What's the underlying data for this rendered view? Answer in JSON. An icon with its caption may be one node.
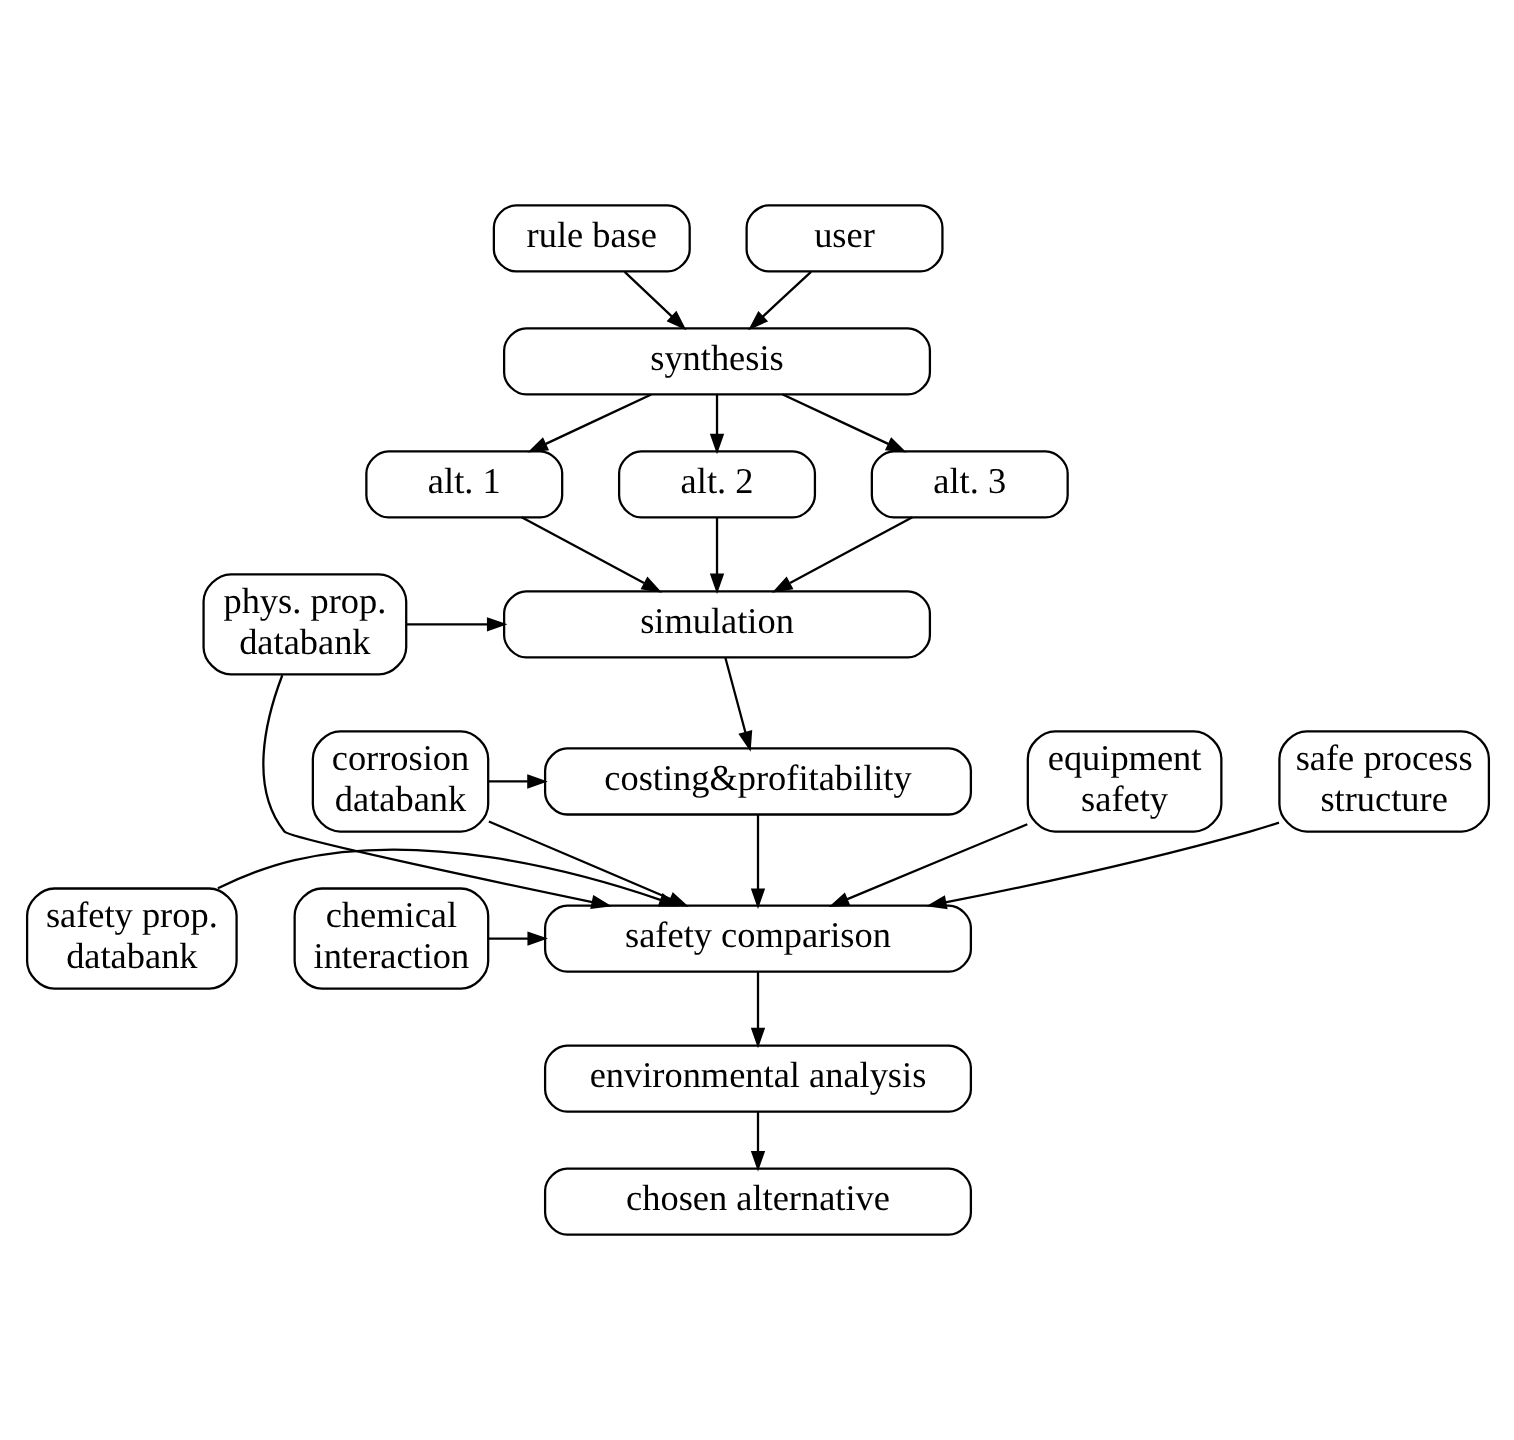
{
  "diagram": {
    "nodes": [
      {
        "text": [
          "rule base"
        ]
      },
      {
        "text": [
          "user"
        ]
      },
      {
        "text": [
          "synthesis"
        ]
      },
      {
        "text": [
          "alt. 1"
        ]
      },
      {
        "text": [
          "alt. 2"
        ]
      },
      {
        "text": [
          "alt. 3"
        ]
      },
      {
        "text": [
          "simulation"
        ]
      },
      {
        "text": [
          "phys. prop. databank"
        ]
      },
      {
        "text": [
          "corrosion databank"
        ]
      },
      {
        "text": [
          "costing&profitability"
        ]
      },
      {
        "text": [
          "safety prop. databank"
        ]
      },
      {
        "text": [
          "safety comparison"
        ]
      },
      {
        "text": [
          "chemical interaction"
        ]
      },
      {
        "text": [
          "equipment safety"
        ]
      },
      {
        "text": [
          "safe process structure"
        ]
      },
      {
        "text": [
          "environmental analysis"
        ]
      },
      {
        "text": [
          "chosen alternative"
        ]
      }
    ],
    "edges": [
      {
        "from": 0,
        "to": 2,
        "arrow": "to"
      },
      {
        "from": 1,
        "to": 2,
        "arrow": "to"
      },
      {
        "from": 2,
        "to": 3,
        "arrow": "to"
      },
      {
        "from": 2,
        "to": 4,
        "arrow": "to"
      },
      {
        "from": 2,
        "to": 5,
        "arrow": "to"
      },
      {
        "from": 3,
        "to": 6,
        "arrow": "to"
      },
      {
        "from": 4,
        "to": 6,
        "arrow": "to"
      },
      {
        "from": 5,
        "to": 6,
        "arrow": "to"
      },
      {
        "from": 7,
        "to": 6,
        "arrow": "to"
      },
      {
        "from": 6,
        "to": 9,
        "arrow": "to"
      },
      {
        "from": 8,
        "to": 9,
        "arrow": "to"
      },
      {
        "from": 9,
        "to": 11,
        "arrow": "to"
      },
      {
        "from": 8,
        "to": 11,
        "arrow": "to"
      },
      {
        "from": 7,
        "to": 11,
        "arrow": "to"
      },
      {
        "from": 10,
        "to": 11,
        "arrow": "to"
      },
      {
        "from": 12,
        "to": 11,
        "arrow": "to"
      },
      {
        "from": 13,
        "to": 11,
        "arrow": "to"
      },
      {
        "from": 14,
        "to": 11,
        "arrow": "to"
      },
      {
        "from": 11,
        "to": 15,
        "arrow": "to"
      },
      {
        "from": 15,
        "to": 16,
        "arrow": "to"
      }
    ]
  }
}
